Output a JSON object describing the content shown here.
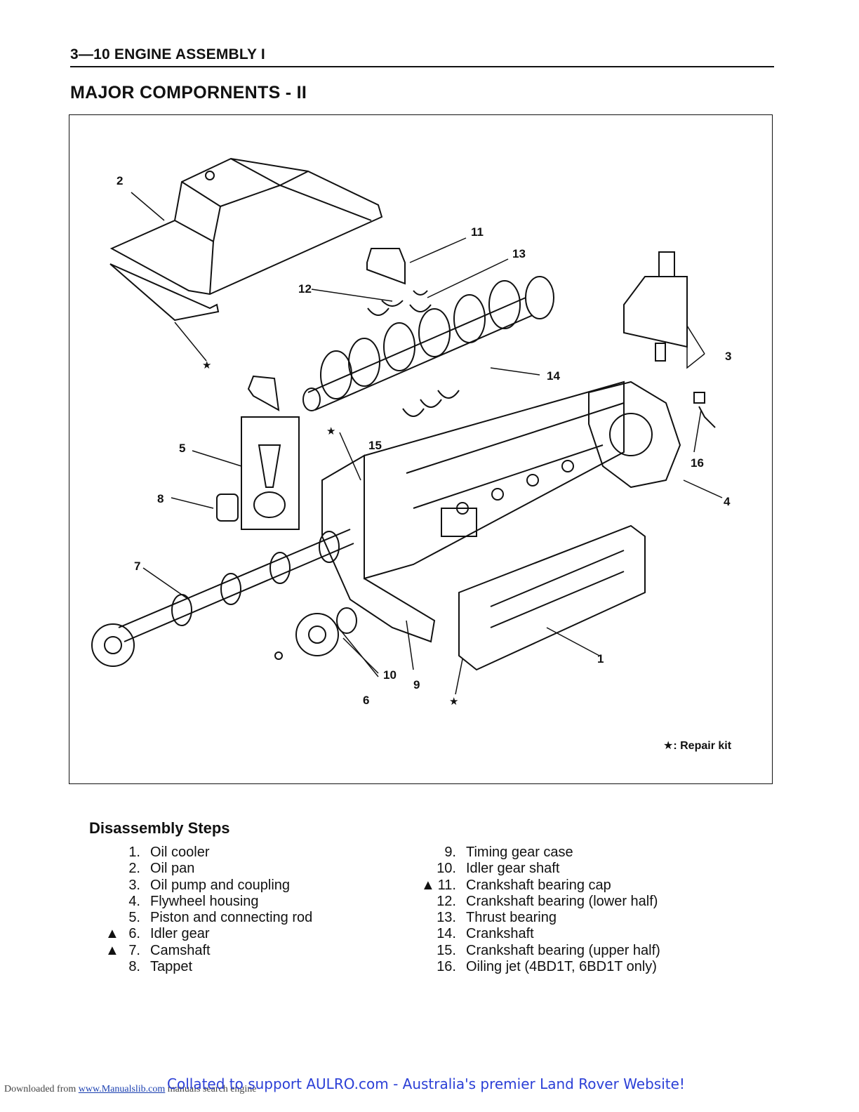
{
  "header": {
    "page_title": "3—10 ENGINE ASSEMBLY I"
  },
  "section": {
    "title": "MAJOR COMPORNENTS - II"
  },
  "figure": {
    "callouts": [
      "1",
      "2",
      "3",
      "4",
      "5",
      "6",
      "7",
      "8",
      "9",
      "10",
      "11",
      "12",
      "13",
      "14",
      "15",
      "16"
    ],
    "star": "★",
    "repair_note": "★: Repair kit"
  },
  "steps": {
    "title": "Disassembly Steps",
    "items": [
      {
        "num": "1.",
        "mark": "",
        "label": "Oil cooler"
      },
      {
        "num": "2.",
        "mark": "",
        "label": "Oil pan"
      },
      {
        "num": "3.",
        "mark": "",
        "label": "Oil pump and coupling"
      },
      {
        "num": "4.",
        "mark": "",
        "label": "Flywheel housing"
      },
      {
        "num": "5.",
        "mark": "",
        "label": "Piston and connecting rod"
      },
      {
        "num": "6.",
        "mark": "▲",
        "label": "Idler gear"
      },
      {
        "num": "7.",
        "mark": "▲",
        "label": "Camshaft"
      },
      {
        "num": "8.",
        "mark": "",
        "label": "Tappet"
      },
      {
        "num": "9.",
        "mark": "",
        "label": "Timing gear case"
      },
      {
        "num": "10.",
        "mark": "",
        "label": "Idler gear shaft"
      },
      {
        "num": "11.",
        "mark": "▲",
        "label": "Crankshaft bearing cap"
      },
      {
        "num": "12.",
        "mark": "",
        "label": "Crankshaft bearing (lower half)"
      },
      {
        "num": "13.",
        "mark": "",
        "label": "Thrust bearing"
      },
      {
        "num": "14.",
        "mark": "",
        "label": "Crankshaft"
      },
      {
        "num": "15.",
        "mark": "",
        "label": "Crankshaft bearing (upper half)"
      },
      {
        "num": "16.",
        "mark": "",
        "label": "Oiling jet (4BD1T, 6BD1T only)"
      }
    ]
  },
  "footer": {
    "downloaded_prefix": "Downloaded from",
    "downloaded_link": "www.Manualslib.com",
    "downloaded_suffix": "manuals search engine",
    "collated": "Collated to support AULRO.com - Australia's premier Land Rover Website!"
  }
}
